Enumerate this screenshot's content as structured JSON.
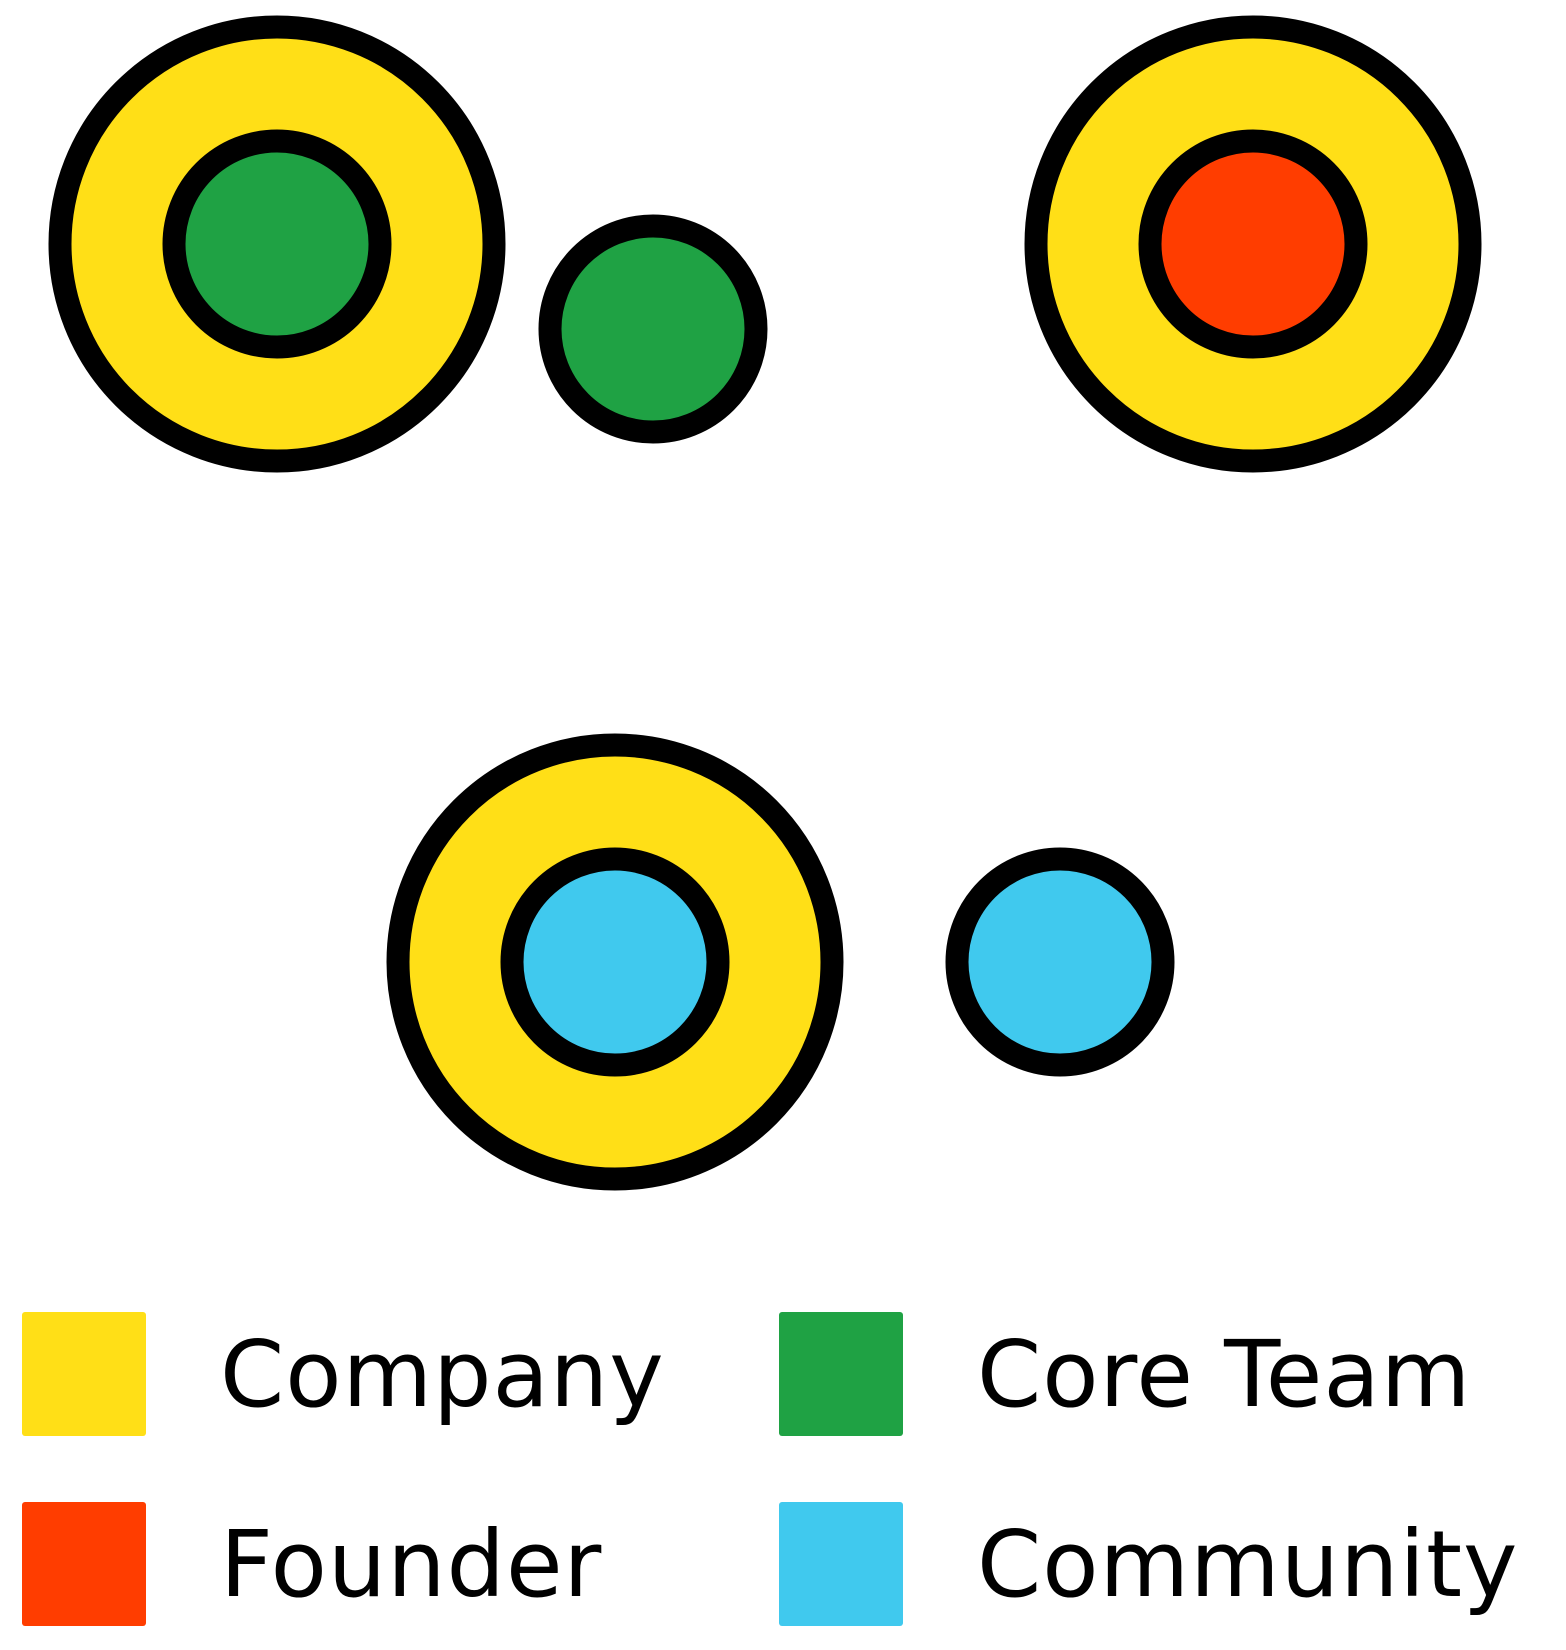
{
  "colors": {
    "company": "#FFDF17",
    "core_team": "#1FA244",
    "founder": "#FF3D00",
    "community": "#40C9EE",
    "outline": "#000000"
  },
  "groups": [
    {
      "name": "company-with-core-team",
      "outer": "company",
      "inner": "core_team"
    },
    {
      "name": "core-team-standalone",
      "inner": "core_team"
    },
    {
      "name": "company-with-founder",
      "outer": "company",
      "inner": "founder"
    },
    {
      "name": "company-with-community",
      "outer": "company",
      "inner": "community"
    },
    {
      "name": "community-standalone",
      "inner": "community"
    }
  ],
  "legend": [
    {
      "key": "company",
      "label": "Company"
    },
    {
      "key": "core_team",
      "label": "Core Team"
    },
    {
      "key": "founder",
      "label": "Founder"
    },
    {
      "key": "community",
      "label": "Community"
    }
  ]
}
